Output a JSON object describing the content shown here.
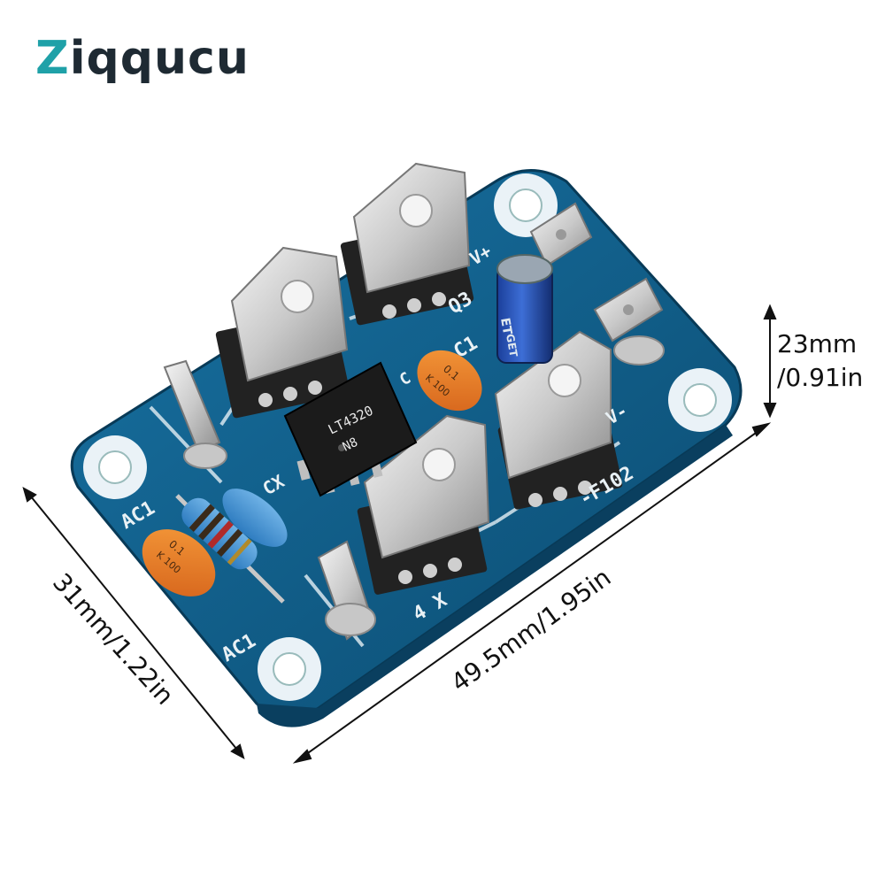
{
  "brand": {
    "logo_first": "Z",
    "logo_rest": "iqqucu",
    "accent": "#1fa1a8",
    "dark": "#1e2a33"
  },
  "dimensions": {
    "height": {
      "mm": "23mm",
      "in": "/0.91in"
    },
    "width": "49.5mm/1.95in",
    "depth": "31mm/1.22in"
  },
  "board": {
    "color": "#0f5a85",
    "silkscreen": {
      "v_plus": "V+",
      "v_minus": "V-",
      "q3": "Q3",
      "c1": "C1",
      "cx": "CX",
      "ac1_top": "AC1",
      "ac1_bottom": "AC1",
      "four_x": "4 X",
      "f102": "-F102",
      "c_small": "C"
    },
    "chip": {
      "line1": "LT4320",
      "line2": "N8"
    },
    "capacitor_marks": {
      "top": "ET",
      "bottom": "GET"
    },
    "resistor_top": {
      "line1": "0.1",
      "line2": "K 100"
    },
    "resistor_bottom": {
      "line1": "0.1",
      "line2": "K 100"
    }
  }
}
